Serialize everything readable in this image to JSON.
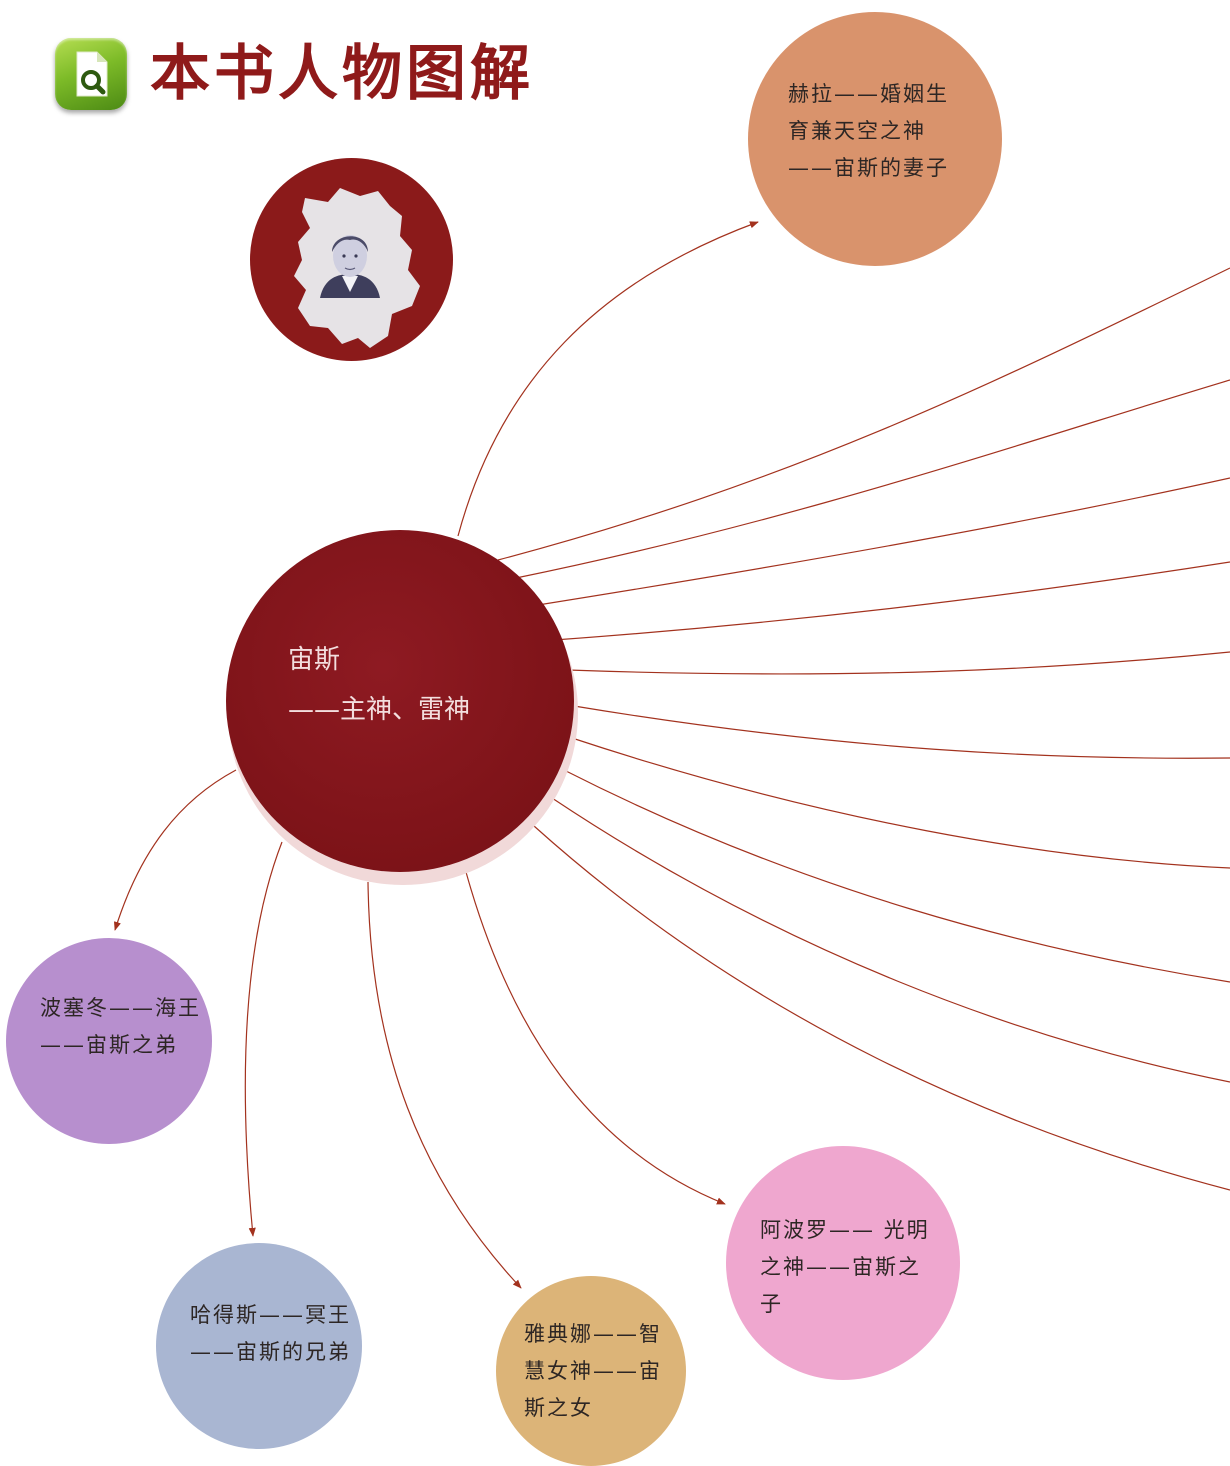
{
  "header": {
    "title": "本书人物图解",
    "icon": "document-search-icon"
  },
  "portrait": {
    "icon": "author-portrait-map"
  },
  "center": {
    "name": "宙斯",
    "title": "——主神、雷神"
  },
  "nodes": {
    "hera": "赫拉——婚姻生育兼天空之神——宙斯的妻子",
    "poseidon": "波塞冬——海王——宙斯之弟",
    "hades": "哈得斯——冥王——宙斯的兄弟",
    "athena": "雅典娜——智慧女神——宙斯之女",
    "apollo": "阿波罗—— 光明之神——宙斯之子"
  },
  "colors": {
    "title": "#8f1a1a",
    "center": "#7d1318",
    "line": "#a3321e",
    "hera": "#d9936c",
    "poseidon": "#b78fce",
    "hades": "#a9b6d2",
    "athena": "#dcb478",
    "apollo": "#efa7cf"
  }
}
